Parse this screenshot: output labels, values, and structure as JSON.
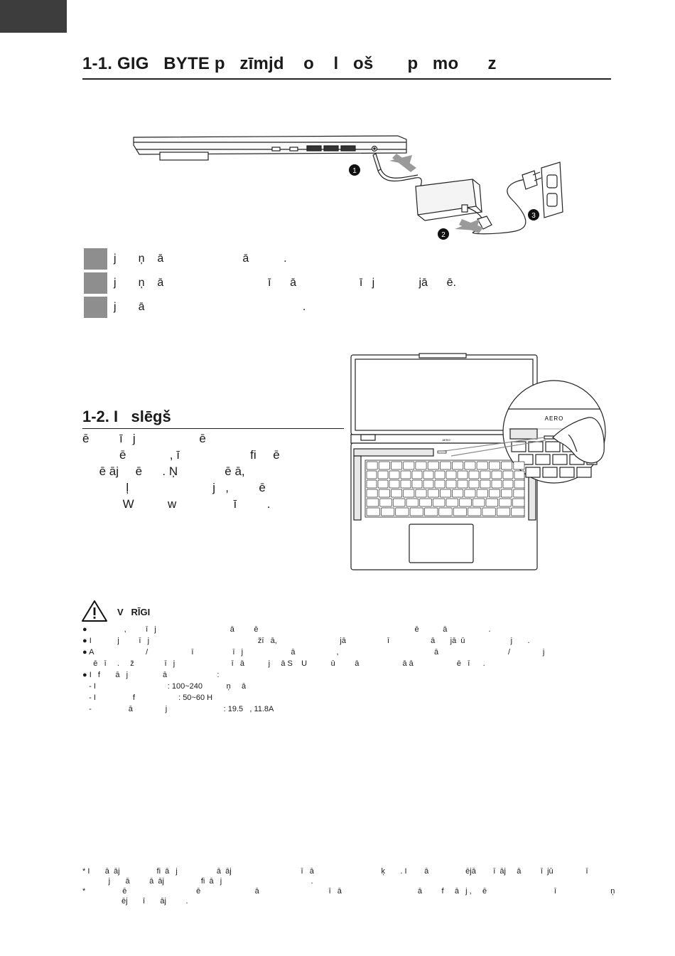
{
  "section1": {
    "title": "1-1. GIG   BYTE p   zīmjd    o    l   oš       p   mo      z"
  },
  "callouts": {
    "one": "1",
    "two": "2",
    "three": "3"
  },
  "laptop_brand": "AERO",
  "steps": [
    {
      "text": "j       ņ    ā                         ā           ."
    },
    {
      "text": "j       ņ    ā                                 ī      ā                    ī   j              jā      ē."
    },
    {
      "text": "j       ā                                                  ."
    }
  ],
  "section2": {
    "title": "1-2. I   slēgš",
    "lines": [
      "ē         ī   j                   ē",
      "           ē             , ī                     fi     ē",
      "     ē āj     ē      . Ņ              ē ā,",
      "             ļ                         j   ,         ē",
      "            W          w                 ī         ."
    ]
  },
  "warning": {
    "title": "V   RĪGI",
    "lines": [
      "●                 ,         ī   j                                  ā         ē                                                                        ē           ā                   .",
      "● I            j         ī   j                                                  žī   ā,                             jā                   ī                   ā       jā  ū                     j       .",
      "● A                        /                    ī                  ī   j                      ā                   ,                                            ā                                /               j",
      "     ē   ī     .     ž              ī   j                          ī   ā           j     ā S    U           ū         ā                    ā ā                    ē   ī      .",
      "● I   f       ā   j                ā                       :",
      "   - I                                 : 100~240           ņ     ā",
      "   - I                 f                    : 50~60 H",
      "   -                 ā               j                          : 19.5   , 11.8A"
    ]
  },
  "footnotes": [
    "* I       ā  āj                 fi  ā   j                  ā  āj                                ī   ā                               ķ       . I        ā                 ējā        ī  āj     ā         ī  jū               ī",
    "            j       ā         ā  āj                 fi  ā   j                                         .",
    "*                 ē                                ē                         ā                                ī   ā                                   ā         f     ā   j ,     ē                               ī                         ņ",
    "                  ēj       ī       āj         ."
  ]
}
